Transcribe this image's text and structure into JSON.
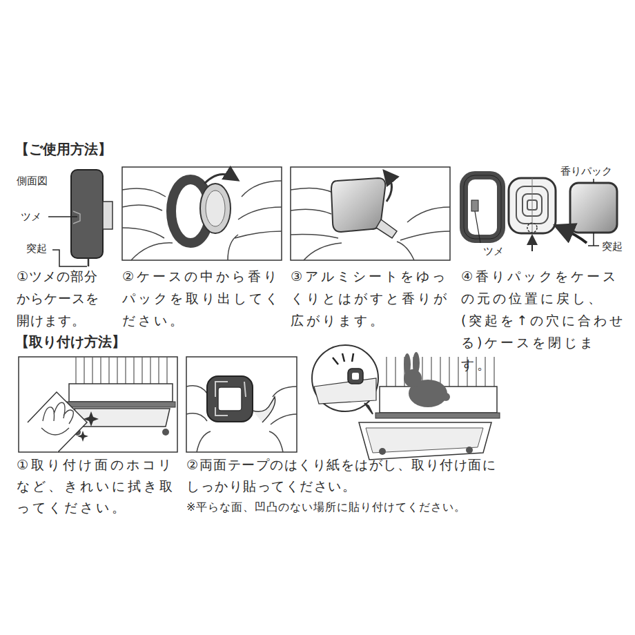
{
  "diagram": {
    "labels": [
      "【ご使用方法】",
      "側面図",
      "ツメ",
      "突起",
      "香りパック",
      "ツメ",
      "突起",
      "①ツメの部分からケースを開けます。",
      "②ケースの中から香りパックを取り出してください。",
      "③アルミシートをゆっくりとはがすと香りが広がります。",
      "④香りパックをケースの元の位置に戻し、(突起を↑の穴に合わせる)ケースを閉じます。",
      "【取り付け方法】",
      "①取り付け面のホコリなど、きれいに拭き取ってください。",
      "②両面テープのはくり紙をはがし、取り付け面にしっかり貼ってください。",
      "※平らな面、凹凸のない場所に貼り付けてください。"
    ]
  }
}
